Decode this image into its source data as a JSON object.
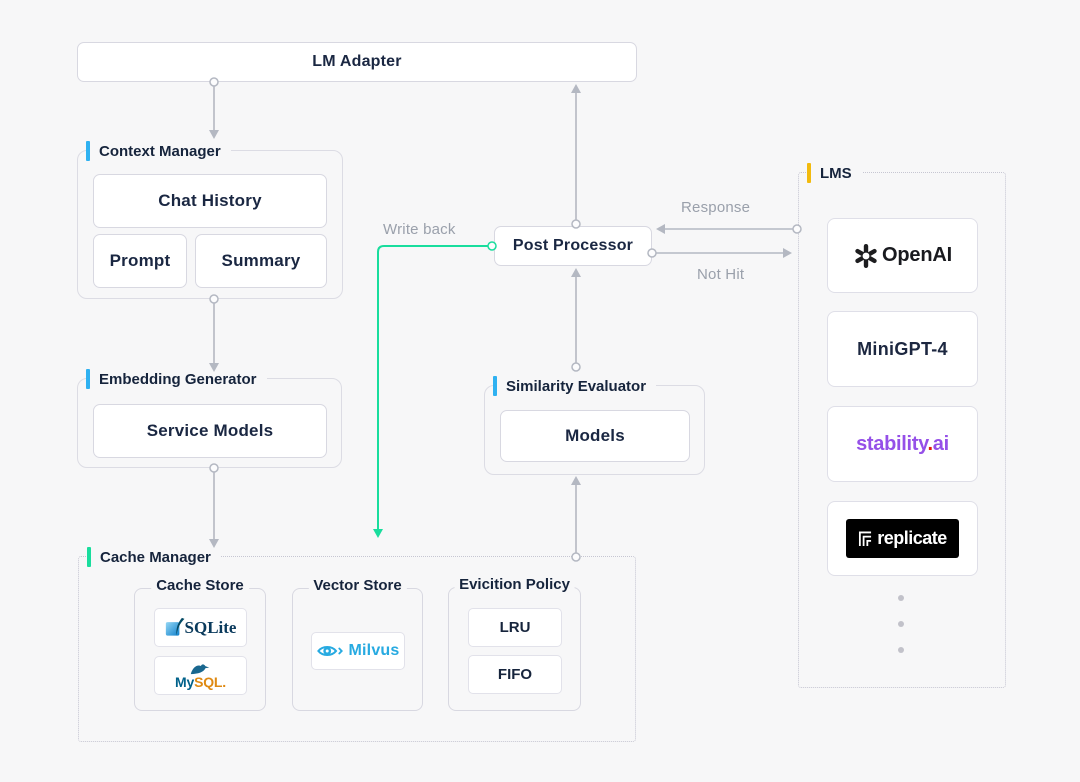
{
  "nodes": {
    "lm_adapter": {
      "label": "LM Adapter"
    },
    "post_processor": {
      "label": "Post Processor"
    },
    "context_manager": {
      "label": "Context Manager",
      "chat_history": "Chat History",
      "prompt": "Prompt",
      "summary": "Summary"
    },
    "embedding_generator": {
      "label": "Embedding Generator",
      "service_models": "Service Models"
    },
    "cache_manager": {
      "label": "Cache Manager",
      "cache_store": {
        "label": "Cache Store",
        "sqlite": "SQLite",
        "mysql_my": "My",
        "mysql_sql": "SQL",
        "mysql_dot": "."
      },
      "vector_store": {
        "label": "Vector Store",
        "milvus": "Milvus"
      },
      "eviction_policy": {
        "label": "Evicition Policy",
        "lru": "LRU",
        "fifo": "FIFO"
      }
    },
    "similarity_evaluator": {
      "label": "Similarity Evaluator",
      "models": "Models"
    },
    "lms": {
      "label": "LMS",
      "openai": "OpenAI",
      "minigpt": "MiniGPT-4",
      "stability_name": "stability",
      "stability_dot": ".",
      "stability_tld": "ai",
      "replicate": "replicate"
    }
  },
  "edges": {
    "write_back": "Write back",
    "response": "Response",
    "not_hit": "Not Hit"
  },
  "icons": {
    "openai": "openai-knot-logo",
    "sqlite": "sqlite-feather-logo",
    "mysql": "mysql-dolphin-logo",
    "milvus": "milvus-eye-logo",
    "replicate": "replicate-mark-logo"
  },
  "colors": {
    "background": "#f7f7f8",
    "accent_blue": "#2fb1f1",
    "accent_green": "#19dd9d",
    "accent_yellow": "#f2ba0e",
    "connector_gray": "#b4b8c2",
    "edge_label_gray": "#9aa0ab",
    "text_navy": "#16243c",
    "stability_purple": "#9550e8",
    "stability_red": "#e3170a",
    "mysql_blue": "#00618a",
    "mysql_orange": "#df8a13",
    "milvus_blue": "#27aae1",
    "sqlite_navy": "#0a3a5c"
  }
}
